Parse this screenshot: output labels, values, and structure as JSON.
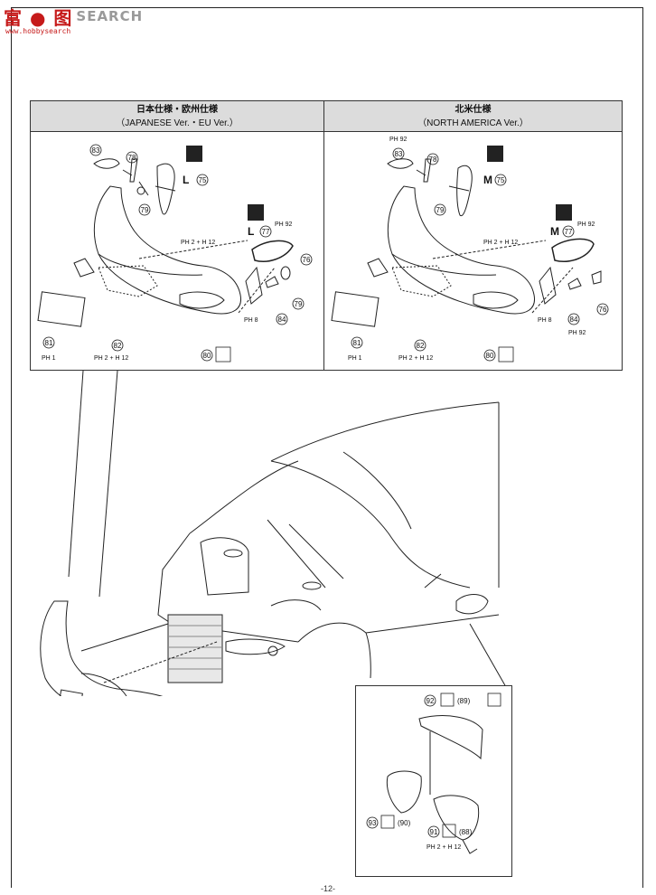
{
  "watermark": {
    "logo_text": "富 ● 图",
    "site_word": "SEARCH",
    "sub_text": "www.hobbysearch"
  },
  "panel_left": {
    "title_cn": "日本仕様・欧州仕様",
    "title_en": "（JAPANESE Ver.・EU Ver.）",
    "letter_label": "L",
    "callouts": {
      "p83": "83",
      "p78": "78",
      "p75": "75",
      "p79a": "79",
      "p77": "77",
      "p76": "76",
      "p79b": "79",
      "p84": "84",
      "p81": "81",
      "p82": "82",
      "p80": "80"
    },
    "labels": {
      "ph92": "PH 92",
      "ph2h12": "PH 2 + H 12",
      "ph8": "PH 8",
      "ph1": "PH 1",
      "ph2h12b": "PH 2 + H 12"
    }
  },
  "panel_right": {
    "title_cn": "北米仕様",
    "title_en": "（NORTH AMERICA Ver.）",
    "letter_label": "M",
    "callouts": {
      "p83": "83",
      "p78": "78",
      "p75": "75",
      "p79": "79",
      "p77": "77",
      "p76": "76",
      "p84": "84",
      "p81": "81",
      "p82": "82",
      "p80": "80"
    },
    "labels": {
      "ph92top": "PH 92",
      "ph92": "PH 92",
      "ph2h12": "PH 2 + H 12",
      "ph8": "PH 8",
      "ph92b": "PH 92",
      "ph1": "PH 1",
      "ph2h12b": "PH 2 + H 12"
    }
  },
  "inset": {
    "callouts": {
      "p92": "92",
      "p89": "(89)",
      "p93": "93",
      "p90": "(90)",
      "p91": "91",
      "p88": "(88)"
    },
    "labels": {
      "ph2h12": "PH 2 + H 12"
    }
  },
  "page_number": "-12-"
}
